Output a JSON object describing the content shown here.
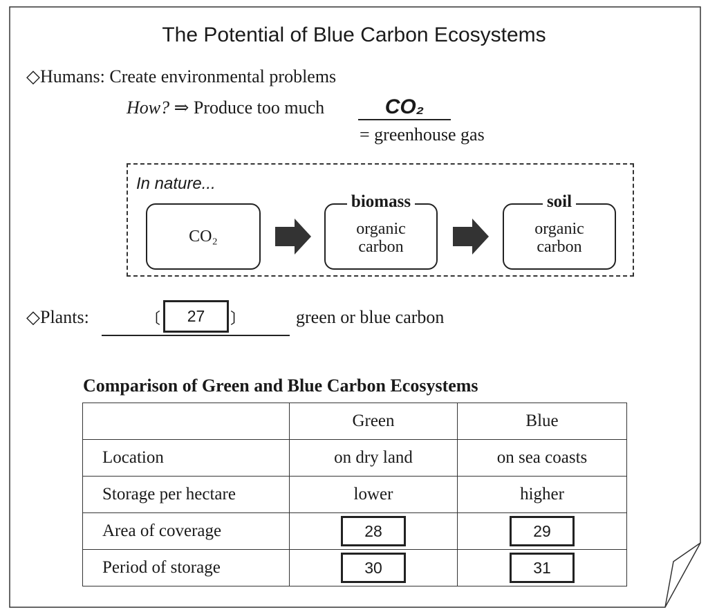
{
  "title": "The Potential of Blue Carbon Ecosystems",
  "humans": {
    "bullet": "◇",
    "label": "Humans:",
    "text": "Create environmental problems",
    "how_label": "How?",
    "arrow": "⇒",
    "how_text": "Produce too much",
    "answer": "CO₂",
    "equals_text": "= greenhouse gas"
  },
  "nature": {
    "heading": "In nature...",
    "boxes": [
      {
        "label": "",
        "line1": "CO₂",
        "line2": ""
      },
      {
        "label": "biomass",
        "line1": "organic",
        "line2": "carbon"
      },
      {
        "label": "soil",
        "line1": "organic",
        "line2": "carbon"
      }
    ]
  },
  "plants": {
    "bullet": "◇",
    "label": "Plants:",
    "bracket_open": "〔",
    "question_number": "27",
    "bracket_close": "〕",
    "text": "green or blue carbon"
  },
  "comparison": {
    "title": "Comparison of Green and Blue Carbon Ecosystems",
    "headers": [
      "",
      "Green",
      "Blue"
    ],
    "rows": [
      {
        "label": "Location",
        "green": "on dry land",
        "blue": "on sea coasts"
      },
      {
        "label": "Storage per hectare",
        "green": "lower",
        "blue": "higher"
      },
      {
        "label": "Area of coverage",
        "green": "28",
        "blue": "29"
      },
      {
        "label": "Period of storage",
        "green": "30",
        "blue": "31"
      }
    ]
  }
}
